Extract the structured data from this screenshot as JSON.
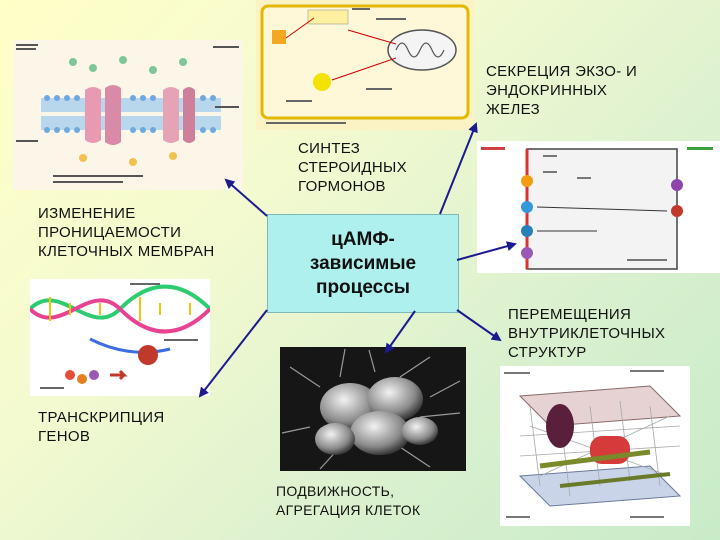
{
  "center": {
    "text": "цАМФ-\nзависимые\nпроцессы",
    "bg": "#aef0ee"
  },
  "labels": {
    "membrane": "ИЗМЕНЕНИЕ\nПРОНИЦАЕМОСТИ\nКЛЕТОЧНЫХ МЕМБРАН",
    "steroid": "СИНТЕЗ\nСТЕРОИДНЫХ\nГОРМОНОВ",
    "secretion": "СЕКРЕЦИЯ ЭКЗО- И\nЭНДОКРИННЫХ\nЖЕЛЕЗ",
    "transport": "ПЕРЕМЕЩЕНИЯ\nВНУТРИКЛЕТОЧНЫХ\nСТРУКТУР",
    "transcription": "ТРАНСКРИПЦИЯ\nГЕНОВ",
    "motility": "ПОДВИЖНОСТЬ,\nАГРЕГАЦИЯ КЛЕТОК"
  },
  "images": {
    "membrane_diagram": "cell-membrane-transport-illustration",
    "steroid_diagram": "steroid-synthesis-cell-diagram",
    "secretion_diagram": "gland-secretion-ion-transport-diagram",
    "dna_diagram": "dna-transcription-illustration",
    "platelet_photo": "platelet-aggregation-micrograph",
    "cytoskeleton_diagram": "cytoskeleton-3d-illustration"
  },
  "colors": {
    "arrow": "#1b1b8f",
    "box": "#aef0ee"
  }
}
